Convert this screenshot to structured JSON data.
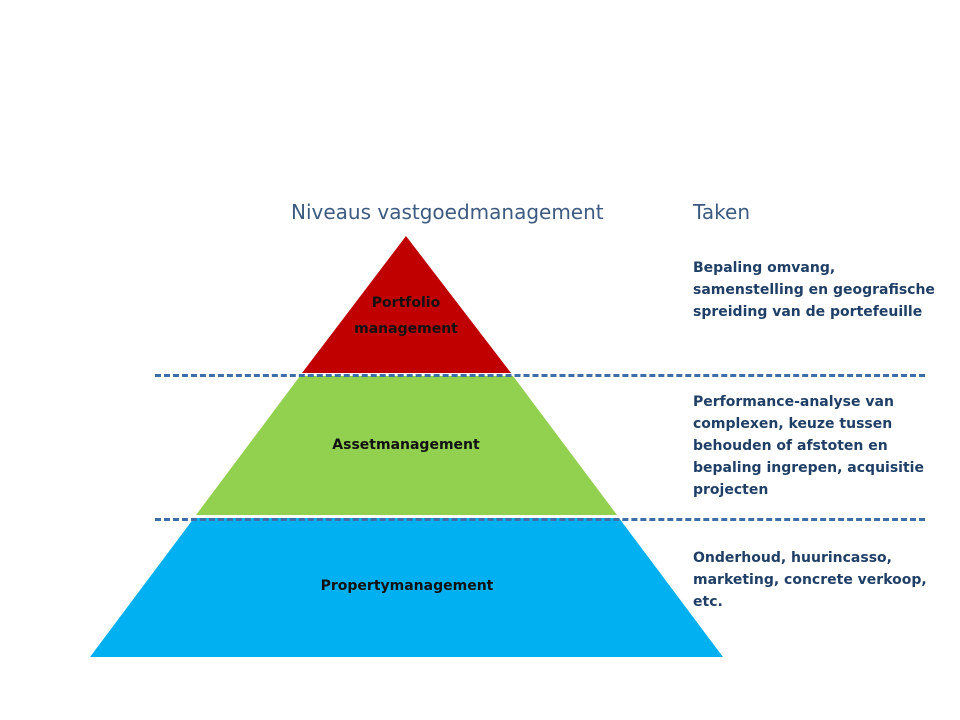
{
  "headings": {
    "levels": "Niveaus vastgoedmanagement",
    "tasks": "Taken"
  },
  "levels": [
    {
      "label": "Portfolio management",
      "color": "#c00000",
      "task": "Bepaling omvang, samenstelling en geografische spreiding van de portefeuille"
    },
    {
      "label": "Assetmanagement",
      "color": "#92d050",
      "task": "Performance-analyse van complexen, keuze tussen behouden of afstoten en bepaling ingrepen, acquisitie projecten"
    },
    {
      "label": "Propertymanagement",
      "color": "#00b0f0",
      "task": "Onderhoud, huurincasso, marketing, concrete verkoop, etc."
    }
  ],
  "colors": {
    "divider": "#3d6ea8",
    "heading": "#3d5a80",
    "task_text": "#1f3f66"
  }
}
